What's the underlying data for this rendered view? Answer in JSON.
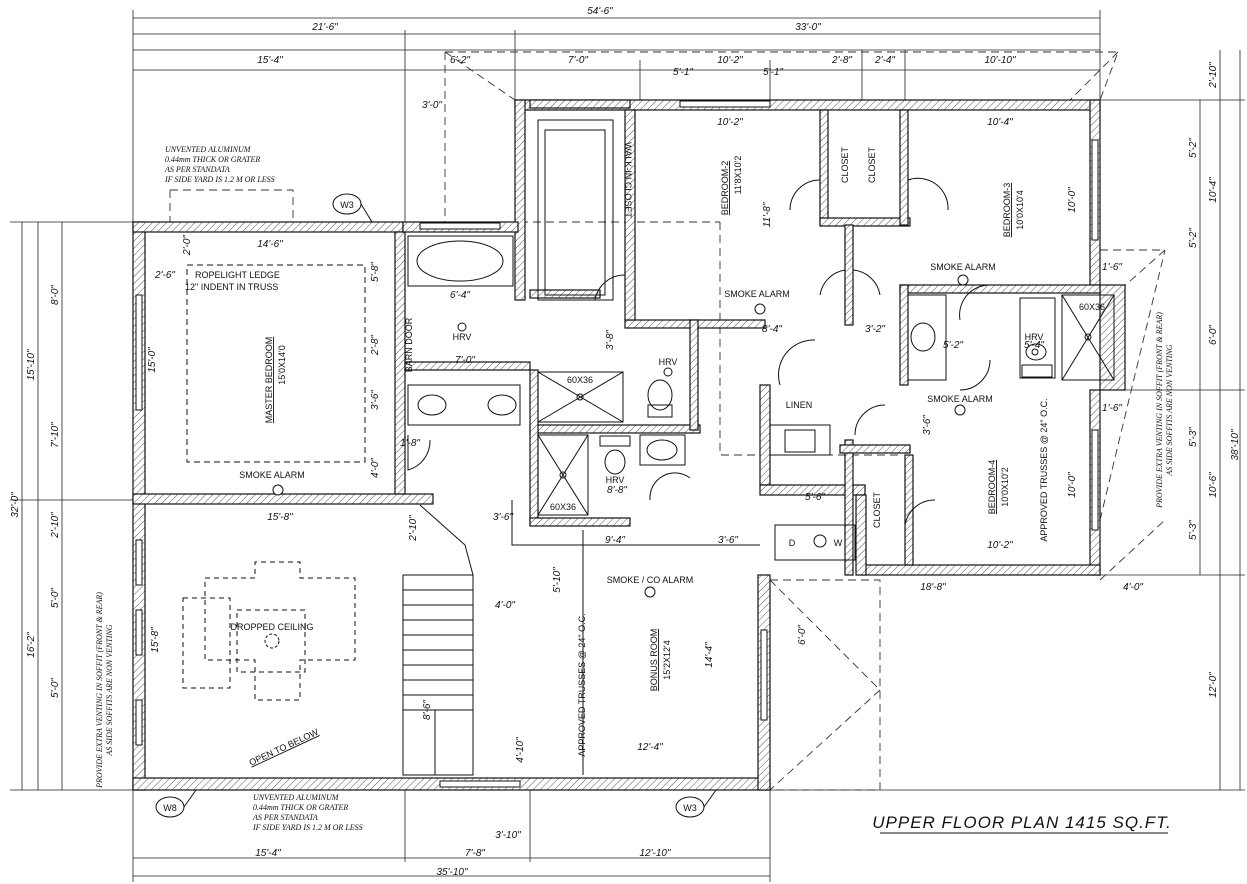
{
  "title": "UPPER FLOOR PLAN 1415 SQ.FT.",
  "top_dims": {
    "overall": "54'-6\"",
    "left": "21'-6\"",
    "right": "33'-0\"",
    "a": "15'-4\"",
    "b": "6'-2\"",
    "c": "7'-0\"",
    "d": "10'-2\"",
    "e": "2'-8\"",
    "f": "2'-4\"",
    "g": "10'-10\"",
    "h": "5'-1\"",
    "i": "5'-1\""
  },
  "bottom_dims": {
    "overall": "35'-10\"",
    "a": "15'-4\"",
    "b": "7'-8\"",
    "c": "12'-10\"",
    "d": "3'-10\""
  },
  "left_dims": {
    "overall": "32'-0\"",
    "a": "15'-10\"",
    "b": "16'-2\"",
    "c": "8'-0\"",
    "d": "7'-10\"",
    "e": "2'-10\"",
    "f": "5'-0\"",
    "g": "5'-0\""
  },
  "right_dims": {
    "overall": "38'-10\"",
    "a": "2'-10\"",
    "b": "10'-4\"",
    "c": "6'-0\"",
    "d": "10'-6\"",
    "e": "12'-0\"",
    "f": "5'-2\"",
    "g": "5'-2\"",
    "h": "5'-3\"",
    "i": "5'-3\""
  },
  "rooms": {
    "master_name": "MASTER BEDROOM",
    "master_size": "15'0X14'0",
    "bed2_name": "BEDROOM-2",
    "bed2_size": "11'8X10'2",
    "bed3_name": "BEDROOM-3",
    "bed3_size": "10'0X10'4",
    "bed4_name": "BEDROOM-4",
    "bed4_size": "10'0X10'2",
    "bonus_name": "BONUS ROOM",
    "bonus_size": "15'2X12'4",
    "walkin": "WALK-IN CLOSET",
    "closet": "CLOSET",
    "linen": "LINEN",
    "open_below": "OPEN TO BELOW",
    "dropped": "DROPPED CEILING"
  },
  "labels": {
    "ropelight1": "ROPELIGHT LEDGE",
    "ropelight2": "12\" INDENT IN TRUSS",
    "smoke": "SMOKE ALARM",
    "smoke_co": "SMOKE / CO ALARM",
    "hrv": "HRV",
    "barn": "BARN DOOR",
    "shower": "60X36",
    "trusses": "APPROVED TRUSSES @ 24\" O.C.",
    "w3": "W3",
    "w8": "W8",
    "d": "D",
    "w": "W"
  },
  "notes": {
    "top": [
      "UNVENTED ALUMINUM",
      "0.44mm THICK OR GRATER",
      "AS PER STANDATA",
      "IF SIDE YARD IS 1.2 M OR LESS"
    ],
    "bottom": [
      "UNVENTED ALUMINUM",
      "0.44mm THICK OR GRATER",
      "AS PER STANDATA",
      "IF SIDE YARD IS 1.2 M OR LESS"
    ],
    "left": [
      "PROVIDE EXTRA VENTING IN SOFFIT (FRONT & REAR)",
      "AS SIDE SOFFITS ARE NON VENTING"
    ],
    "right": [
      "PROVIDE EXTRA VENTING IN SOFFIT (FRONT & REAR)",
      "AS SIDE SOFFITS ARE NON VENTING"
    ]
  },
  "interior_dims": [
    "14'-6\"",
    "2'-0\"",
    "2'-6\"",
    "5'-8\"",
    "15'-0\"",
    "6'-4\"",
    "7'-0\"",
    "3'-6\"",
    "2'-8\"",
    "1'-8\"",
    "4'-0\"",
    "15'-8\"",
    "2'-10\"",
    "3'-6\"",
    "9'-4\"",
    "3'-6\"",
    "4'-0\"",
    "5'-10\"",
    "14'-4\"",
    "12'-4\"",
    "8'-6\"",
    "4'-10\"",
    "10'-2\"",
    "10'-4\"",
    "11'-8\"",
    "10'-0\"",
    "8'-4\"",
    "3'-2\"",
    "5'-2\"",
    "5'-4\"",
    "1'-6\"",
    "18'-8\"",
    "5'-6\"",
    "10'-2\"",
    "10'-0\"",
    "8'-8\"",
    "6'-0\"",
    "3'-6\"",
    "3'-8\"",
    "1'-6\"",
    "4'-0\"",
    "3'-0\"",
    "15'-8\""
  ]
}
